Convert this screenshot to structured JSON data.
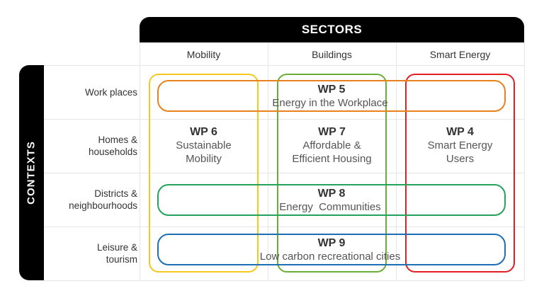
{
  "header": {
    "sectors_label": "SECTORS",
    "contexts_label": "CONTEXTS"
  },
  "sectors": [
    "Mobility",
    "Buildings",
    "Smart Energy"
  ],
  "contexts": [
    {
      "line1": "Work places",
      "line2": ""
    },
    {
      "line1": "Homes &",
      "line2": "households"
    },
    {
      "line1": "Districts &",
      "line2": "neighbourhoods"
    },
    {
      "line1": "Leisure &",
      "line2": "tourism"
    }
  ],
  "work_packages": {
    "wp5": {
      "id": "WP 5",
      "sub1": "Energy in the Workplace",
      "sub2": "",
      "color": "#E8821E"
    },
    "wp6": {
      "id": "WP 6",
      "sub1": "Sustainable",
      "sub2": "Mobility",
      "color": "#F6C81E"
    },
    "wp7": {
      "id": "WP 7",
      "sub1": "Affordable &",
      "sub2": "Efficient Housing",
      "color": "#6AAE3A"
    },
    "wp4": {
      "id": "WP 4",
      "sub1": "Smart Energy",
      "sub2": "Users",
      "color": "#E31E24"
    },
    "wp8": {
      "id": "WP 8",
      "sub1": "Energy  Communities",
      "sub2": "",
      "color": "#24A35A"
    },
    "wp9": {
      "id": "WP 9",
      "sub1": "Low carbon recreational cities",
      "sub2": "",
      "color": "#1F6FB5"
    }
  }
}
